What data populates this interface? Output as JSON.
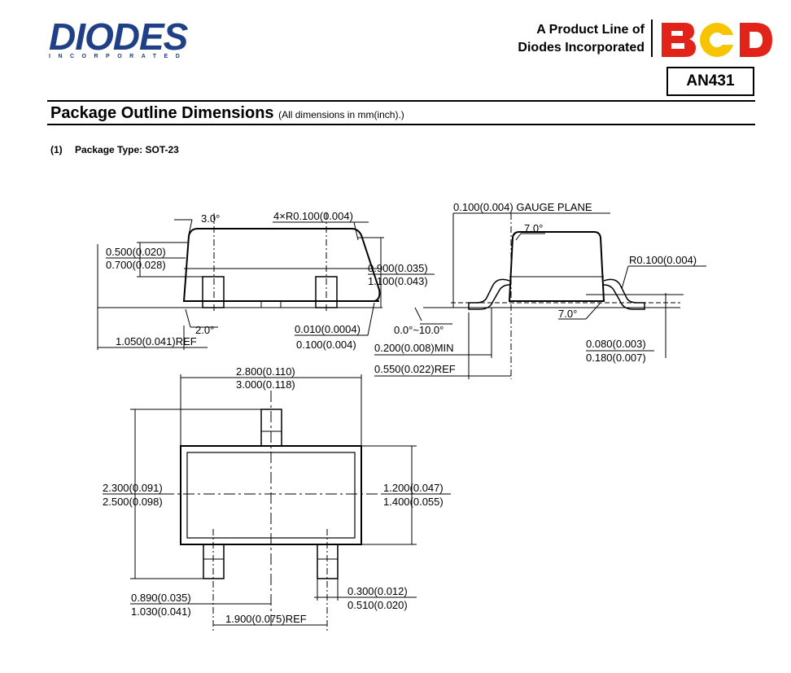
{
  "header": {
    "logo_text": "DIODES",
    "logo_subtext": "INCORPORATED",
    "product_line_1": "A Product Line of",
    "product_line_2": "Diodes Incorporated",
    "bcd_logo": "BCD",
    "document_id": "AN431"
  },
  "section": {
    "title": "Package Outline Dimensions",
    "note": "(All dimensions in mm(inch).)"
  },
  "package": {
    "index": "(1)",
    "type": "Package Type: SOT-23"
  },
  "dims": {
    "angle_top": "3.0°",
    "radius": "4×R0.100(0.004)",
    "left_h_a": "0.500(0.020)",
    "left_h_b": "0.700(0.028)",
    "height_a": "0.900(0.035)",
    "height_b": "1.100(0.043)",
    "angle_bottom": "2.0°",
    "ref_width": "1.050(0.041)REF",
    "standoff_a": "0.010(0.0004)",
    "standoff_b": "0.100(0.004)",
    "gauge_plane": "0.100(0.004) GAUGE PLANE",
    "angle_side_top": "7.0°",
    "lead_radius": "R0.100(0.004)",
    "lead_angle": "0.0°~10.0°",
    "lead_min": "0.200(0.008)MIN",
    "angle_side_bottom": "7.0°",
    "lead_ref": "0.550(0.022)REF",
    "lead_thick_a": "0.080(0.003)",
    "lead_thick_b": "0.180(0.007)",
    "body_len_a": "2.800(0.110)",
    "body_len_b": "3.000(0.118)",
    "overall_w_a": "2.300(0.091)",
    "overall_w_b": "2.500(0.098)",
    "body_w_a": "1.200(0.047)",
    "body_w_b": "1.400(0.055)",
    "pitch_a": "0.890(0.035)",
    "pitch_b": "1.030(0.041)",
    "lead_w_a": "0.300(0.012)",
    "lead_w_b": "0.510(0.020)",
    "span_ref": "1.900(0.075)REF"
  },
  "colors": {
    "diodes_blue": "#1f3f86",
    "bcd_red": "#e2231a",
    "bcd_yellow": "#f6c400"
  }
}
